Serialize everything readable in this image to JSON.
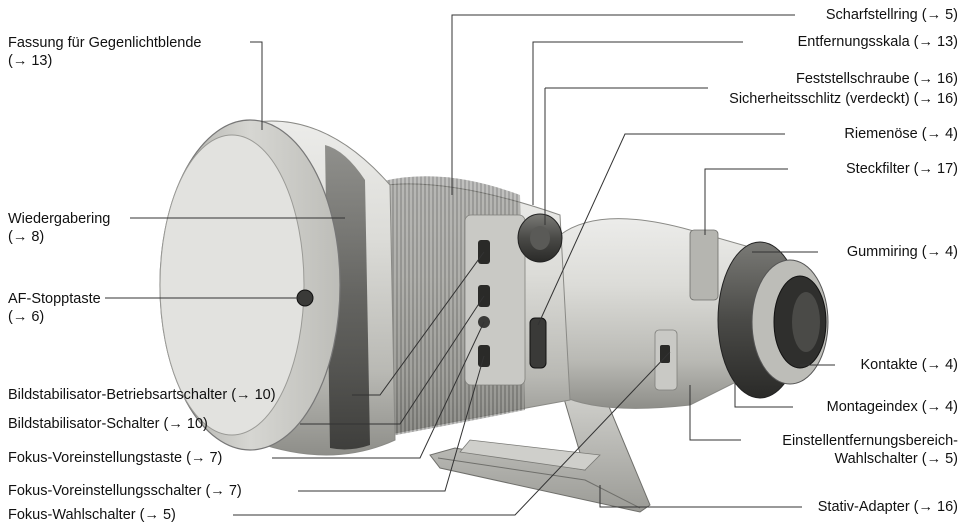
{
  "labels": {
    "fassung": {
      "line1": "Fassung für Gegenlichtblende",
      "line2": "(→ 13)"
    },
    "wiedergabering": {
      "line1": "Wiedergabering",
      "line2": "(→ 8)"
    },
    "af_stopptaste": {
      "line1": "AF-Stopptaste",
      "line2": "(→ 6)"
    },
    "bs_betriebsart": "Bildstabilisator-Betriebsartschalter (→ 10)",
    "bs_schalter": "Bildstabilisator-Schalter (→ 10)",
    "fokus_voreinst_taste": "Fokus-Voreinstellungstaste (→ 7)",
    "fokus_voreinst_schalter": "Fokus-Voreinstellungsschalter (→ 7)",
    "fokus_wahlschalter": "Fokus-Wahlschalter (→ 5)",
    "scharfstellring": "Scharfstellring (→ 5)",
    "entfernungsskala": "Entfernungsskala (→ 13)",
    "feststellschraube": "Feststellschraube (→ 16)",
    "sicherheitsschlitz": "Sicherheitsschlitz (verdeckt) (→ 16)",
    "riemenoese": "Riemenöse (→ 4)",
    "steckfilter": "Steckfilter (→ 17)",
    "gummiring": "Gummiring (→ 4)",
    "kontakte": "Kontakte (→ 4)",
    "montageindex": "Montageindex (→ 4)",
    "einstell": {
      "line1": "Einstellentfernungsbereich-",
      "line2": "Wahlschalter (→ 5)"
    },
    "stativ": "Stativ-Adapter (→ 16)"
  },
  "colors": {
    "lens_body": "#d9d9d6",
    "lens_shadow": "#9a9a96",
    "lens_dark": "#2a2a2a",
    "leader": "#333333",
    "text": "#111111"
  }
}
